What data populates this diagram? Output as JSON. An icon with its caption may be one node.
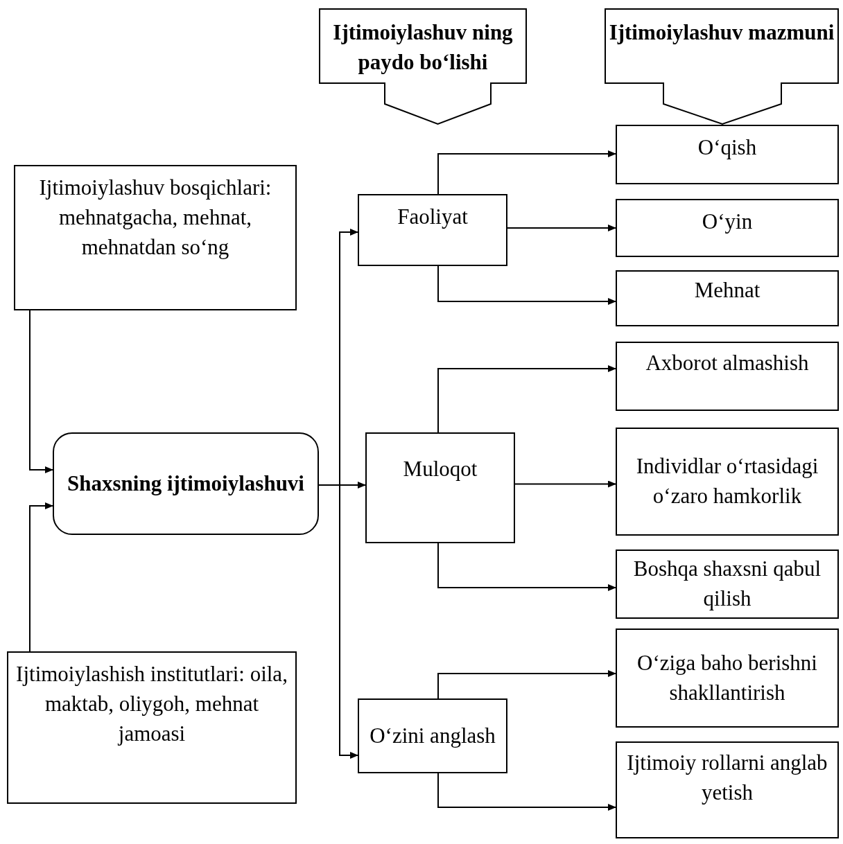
{
  "diagram": {
    "nodes": [
      {
        "text": [
          "Ijtimoiylashuv ning paydo bo‘lishi"
        ]
      },
      {
        "text": [
          "Ijtimoiylashuv mazmuni"
        ]
      },
      {
        "text": [
          "Ijtimoiylashuv bosqichlari: mehnatgacha, mehnat, mehnatdan so‘ng"
        ]
      },
      {
        "text": [
          "Shaxsning ijtimoiylashuvi"
        ]
      },
      {
        "text": [
          "Ijtimoiylashish institutlari: oila, maktab, oliygoh, mehnat jamoasi"
        ]
      },
      {
        "text": [
          "Faoliyat"
        ]
      },
      {
        "text": [
          "Muloqot"
        ]
      },
      {
        "text": [
          "O‘zini anglash"
        ]
      },
      {
        "text": [
          "O‘qish"
        ]
      },
      {
        "text": [
          "O‘yin"
        ]
      },
      {
        "text": [
          "Mehnat"
        ]
      },
      {
        "text": [
          "Axborot almashish"
        ]
      },
      {
        "text": [
          "Individlar o‘rtasidagi o‘zaro hamkorlik"
        ]
      },
      {
        "text": [
          "Boshqa shaxsni qabul qilish"
        ]
      },
      {
        "text": [
          "O‘ziga baho berishni shakllantirish"
        ]
      },
      {
        "text": [
          "Ijtimoiy rollarni anglab yetish"
        ]
      }
    ],
    "edges": [
      {
        "from": 2,
        "to": 3,
        "arrow": "to"
      },
      {
        "from": 4,
        "to": 3,
        "arrow": "to"
      },
      {
        "from": 3,
        "to": 5,
        "arrow": "to"
      },
      {
        "from": 3,
        "to": 6,
        "arrow": "to"
      },
      {
        "from": 3,
        "to": 7,
        "arrow": "to"
      },
      {
        "from": 5,
        "to": 8,
        "arrow": "to"
      },
      {
        "from": 5,
        "to": 9,
        "arrow": "to"
      },
      {
        "from": 5,
        "to": 10,
        "arrow": "to"
      },
      {
        "from": 6,
        "to": 11,
        "arrow": "to"
      },
      {
        "from": 6,
        "to": 12,
        "arrow": "to"
      },
      {
        "from": 6,
        "to": 13,
        "arrow": "to"
      },
      {
        "from": 7,
        "to": 14,
        "arrow": "to"
      },
      {
        "from": 7,
        "to": 15,
        "arrow": "to"
      }
    ]
  }
}
